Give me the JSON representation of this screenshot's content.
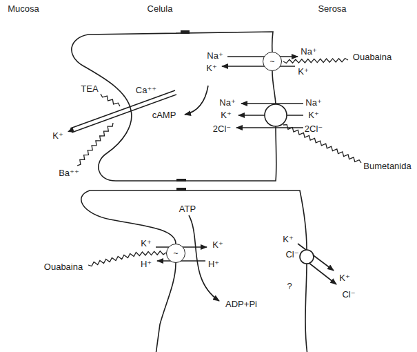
{
  "diagram": {
    "nodes": [
      {
        "text": [
          "~"
        ]
      },
      {
        "text": [
          "~"
        ]
      }
    ],
    "labels": [
      "Mucosa",
      "Celula",
      "Serosa",
      "Na⁺",
      "Na⁺",
      "Ouabaina",
      "K⁺",
      "K⁺",
      "TEA",
      "Ca⁺⁺",
      "cAMP",
      "Na⁺",
      "Na⁺",
      "K⁺",
      "K⁺",
      "2Cl⁻",
      "2Cl⁻",
      "K⁺",
      "Ba⁺⁺",
      "Bumetanida",
      "ATP",
      "K⁺",
      "K⁺",
      "Ouabaina",
      "H⁺",
      "H⁺",
      "K⁺",
      "Cl⁻",
      "?",
      "K⁺",
      "Cl⁻",
      "ADP+Pi"
    ]
  }
}
